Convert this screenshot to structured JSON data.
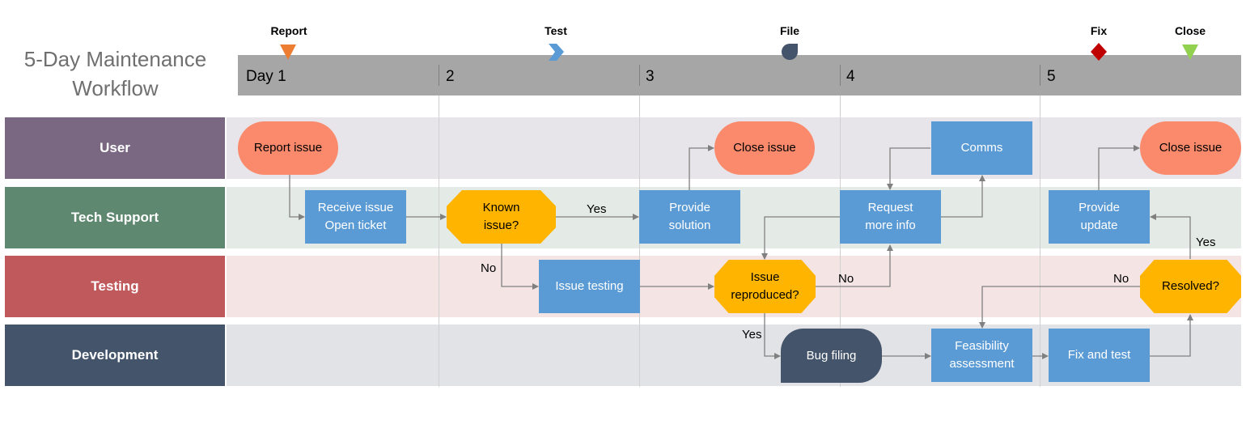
{
  "title": {
    "line1": "5-Day Maintenance",
    "line2": "Workflow"
  },
  "milestones": [
    {
      "label": "Report",
      "shape": "inverted-triangle",
      "color": "#ed7d31"
    },
    {
      "label": "Test",
      "shape": "chevron",
      "color": "#5b9bd5"
    },
    {
      "label": "File",
      "shape": "teardrop",
      "color": "#44546a"
    },
    {
      "label": "Fix",
      "shape": "diamond",
      "color": "#c00000"
    },
    {
      "label": "Close",
      "shape": "inverted-triangle",
      "color": "#92d050"
    }
  ],
  "days": [
    "Day 1",
    "2",
    "3",
    "4",
    "5"
  ],
  "lanes": [
    {
      "label": "User",
      "color": "#7a6882",
      "bg": "#e7e5ea"
    },
    {
      "label": "Tech Support",
      "color": "#5f8870",
      "bg": "#e4ebe7"
    },
    {
      "label": "Testing",
      "color": "#c0595c",
      "bg": "#f4e4e4"
    },
    {
      "label": "Development",
      "color": "#44546a",
      "bg": "#e1e3e7"
    }
  ],
  "nodes": {
    "report_issue": "Report issue",
    "receive_issue": {
      "line1": "Receive issue",
      "line2": "Open ticket"
    },
    "known_issue": {
      "line1": "Known",
      "line2": "issue?"
    },
    "provide_solution": {
      "line1": "Provide",
      "line2": "solution"
    },
    "close_issue_1": "Close issue",
    "issue_testing": "Issue testing",
    "issue_reproduced": {
      "line1": "Issue",
      "line2": "reproduced?"
    },
    "bug_filing": "Bug filing",
    "request_info": {
      "line1": "Request",
      "line2": "more info"
    },
    "comms": "Comms",
    "feasibility": {
      "line1": "Feasibility",
      "line2": "assessment"
    },
    "fix_and_test": "Fix and test",
    "resolved": "Resolved?",
    "provide_update": {
      "line1": "Provide",
      "line2": "update"
    },
    "close_issue_2": "Close issue"
  },
  "edge_labels": {
    "known_yes": "Yes",
    "known_no": "No",
    "reproduced_no": "No",
    "reproduced_yes": "Yes",
    "resolved_yes": "Yes",
    "resolved_no": "No"
  },
  "colors": {
    "process": "#5b9bd5",
    "terminal": "#fa8a6b",
    "decision": "#ffb400",
    "document": "#44546a",
    "timeline": "#a6a6a6",
    "connector": "#808080"
  }
}
